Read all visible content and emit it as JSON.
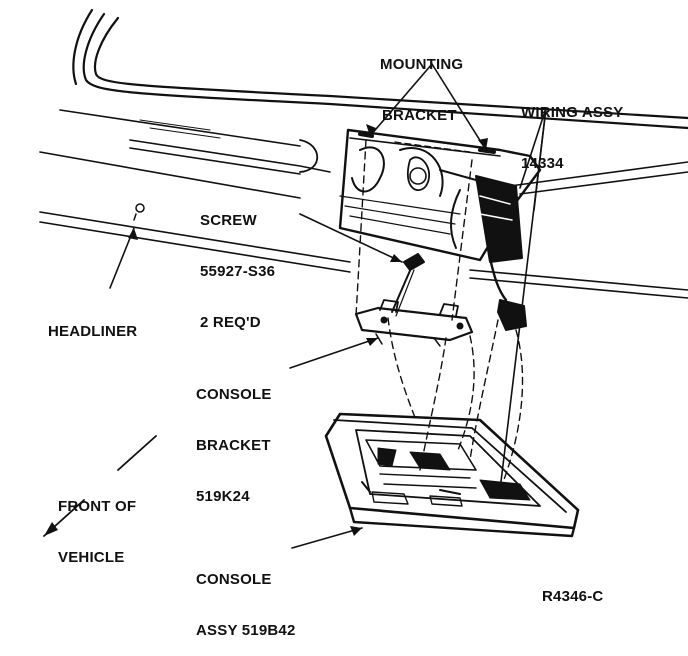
{
  "colors": {
    "ink": "#111111",
    "paper": "#ffffff"
  },
  "labels": {
    "mounting_bracket": {
      "line1": "MOUNTING",
      "line2": "BRACKET"
    },
    "wiring_assy": {
      "line1": "WIRING ASSY",
      "line2": "14334"
    },
    "screw": {
      "line1": "SCREW",
      "line2": "55927-S36",
      "line3": "2 REQ'D"
    },
    "headliner": "HEADLINER",
    "console_bracket": {
      "line1": "CONSOLE",
      "line2": "BRACKET",
      "line3": "519K24"
    },
    "front_of_vehicle": {
      "line1": "FRONT OF",
      "line2": "VEHICLE"
    },
    "console_assy": {
      "line1": "CONSOLE",
      "line2": "ASSY 519B42"
    },
    "figure_code": "R4346-C"
  }
}
